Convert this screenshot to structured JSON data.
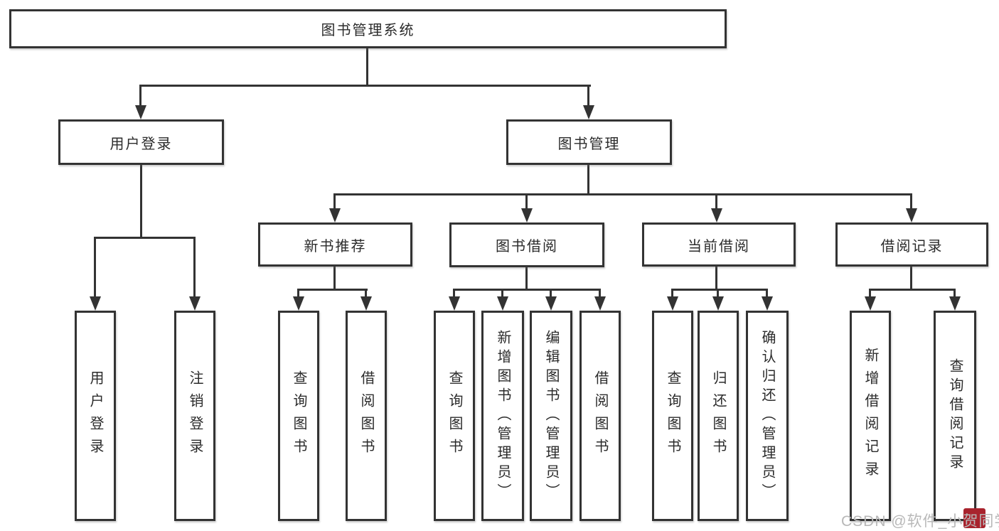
{
  "tree": {
    "root": {
      "label": "图书管理系统"
    },
    "level2": [
      {
        "label": "用户登录"
      },
      {
        "label": "图书管理"
      }
    ],
    "level3": [
      {
        "label": "新书推荐"
      },
      {
        "label": "图书借阅"
      },
      {
        "label": "当前借阅"
      },
      {
        "label": "借阅记录"
      }
    ],
    "leaves": [
      {
        "label": "用户登录"
      },
      {
        "label": "注销登录"
      },
      {
        "label": "查询图书"
      },
      {
        "label": "借阅图书"
      },
      {
        "label": "查询图书"
      },
      {
        "label": "新增图书（管理员）"
      },
      {
        "label": "编辑图书（管理员）"
      },
      {
        "label": "借阅图书"
      },
      {
        "label": "查询图书"
      },
      {
        "label": "归还图书"
      },
      {
        "label": "确认归还（管理员）"
      },
      {
        "label": "新增借阅记录"
      },
      {
        "label": "查询借阅记录"
      }
    ]
  },
  "watermark": {
    "text": "CSDN @软件_小贺同学"
  },
  "colors": {
    "line": "#333333",
    "box_background": "#ffffff",
    "watermark_text": "#b8b8b8",
    "watermark_badge": "#a8232d"
  }
}
